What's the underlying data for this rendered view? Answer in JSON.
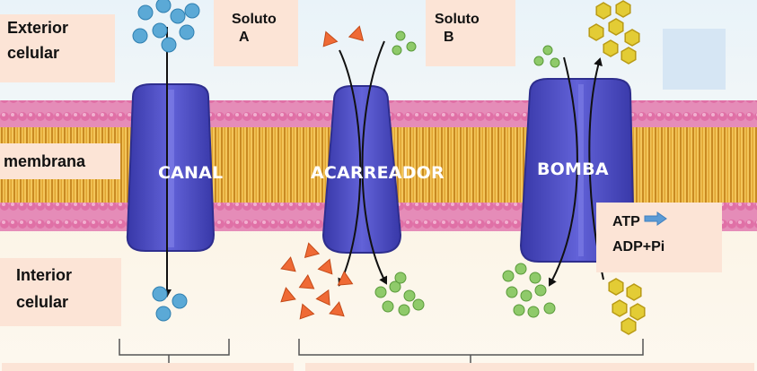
{
  "labels": {
    "exterior": [
      "Exterior",
      "celular"
    ],
    "membrane": "membrana",
    "interior": [
      "Interior",
      "celular"
    ],
    "solute_a": [
      "Soluto",
      "A"
    ],
    "solute_b": [
      "Soluto",
      "B"
    ],
    "atp": "ATP",
    "adp": "ADP+Pi"
  },
  "proteins": {
    "canal": "CANAL",
    "acarreador": "ACARREADOR",
    "bomba": "BOMBA"
  },
  "colors": {
    "solute_a": "#5ba9d6",
    "solute_b_triangle": "#ef6a35",
    "solute_b_small": "#8fca6a",
    "pump_solute": "#e3cc35",
    "lipid_head": "#e070a6",
    "lipid_tail": "#e0a432",
    "protein": "#4848c0",
    "label_bg": "#fce4d6",
    "arrow_icon": "#5b9bd5"
  }
}
